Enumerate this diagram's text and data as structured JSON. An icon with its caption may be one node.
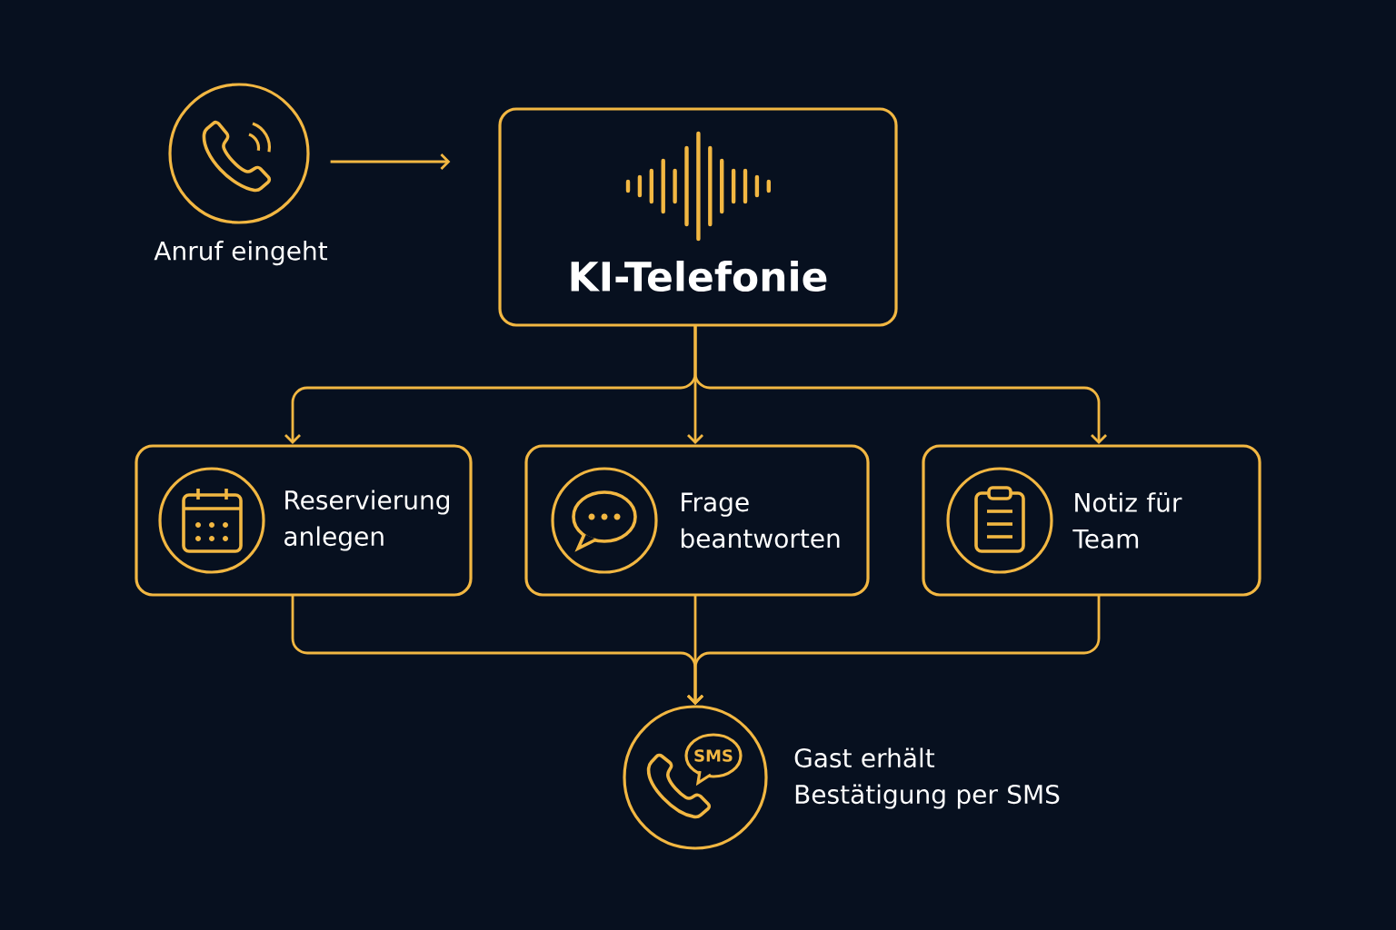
{
  "diagram": {
    "nodes": [
      {
        "text": [],
        "shape": "circle",
        "beside": [
          "Anruf eingeht"
        ]
      },
      {
        "text": [
          "KI-Telefonie"
        ]
      },
      {
        "text": [
          "Reservierung anlegen"
        ]
      },
      {
        "text": [
          "Frage beantworten"
        ]
      },
      {
        "text": [
          "Notiz für Team"
        ]
      },
      {
        "text": [
          "SMS"
        ],
        "beside": [
          "Gast erhält Bestätigung per SMS"
        ]
      }
    ],
    "edges": [
      {
        "from": 0,
        "to": 1,
        "arrow": "to"
      },
      {
        "from": 1,
        "to": 2,
        "arrow": "to"
      },
      {
        "from": 1,
        "to": 3,
        "arrow": "to"
      },
      {
        "from": 1,
        "to": 4,
        "arrow": "to"
      },
      {
        "from": 2,
        "to": 5,
        "arrow": "to"
      },
      {
        "from": 3,
        "to": 5,
        "arrow": "to"
      },
      {
        "from": 4,
        "to": 5,
        "arrow": "to"
      }
    ]
  }
}
